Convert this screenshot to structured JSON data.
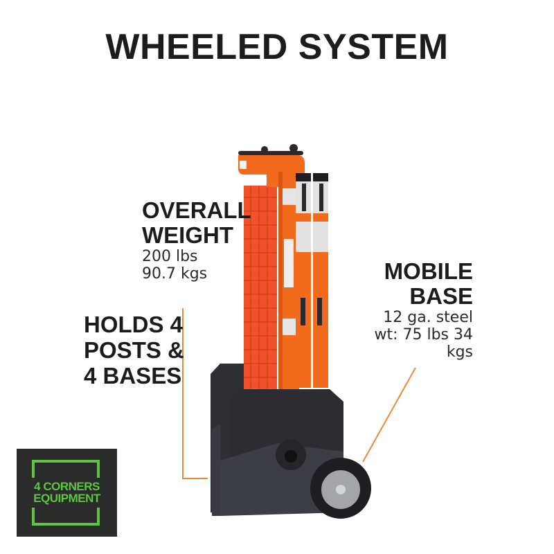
{
  "title": "WHEELED SYSTEM",
  "labels": {
    "overall_weight": {
      "heading_line1": "OVERALL",
      "heading_line2": "WEIGHT",
      "detail_line1": "200 lbs",
      "detail_line2": "90.7 kgs"
    },
    "holds": {
      "line1": "HOLDS 4",
      "line2": "POSTS &",
      "line3": "4 BASES"
    },
    "mobile_base": {
      "heading_line1": "MOBILE",
      "heading_line2": "BASE",
      "detail_line1": "12 ga. steel",
      "detail_line2": "wt: 75 lbs 34",
      "detail_line3": "kgs"
    }
  },
  "logo": {
    "line1": "4 CORNERS",
    "line2": "EQUIPMENT",
    "color": "#5cc641",
    "background": "#2b2b2b"
  },
  "colors": {
    "leader_line": "#e8893a",
    "product_orange": "#f26b1d",
    "product_black": "#2a2a2e"
  }
}
